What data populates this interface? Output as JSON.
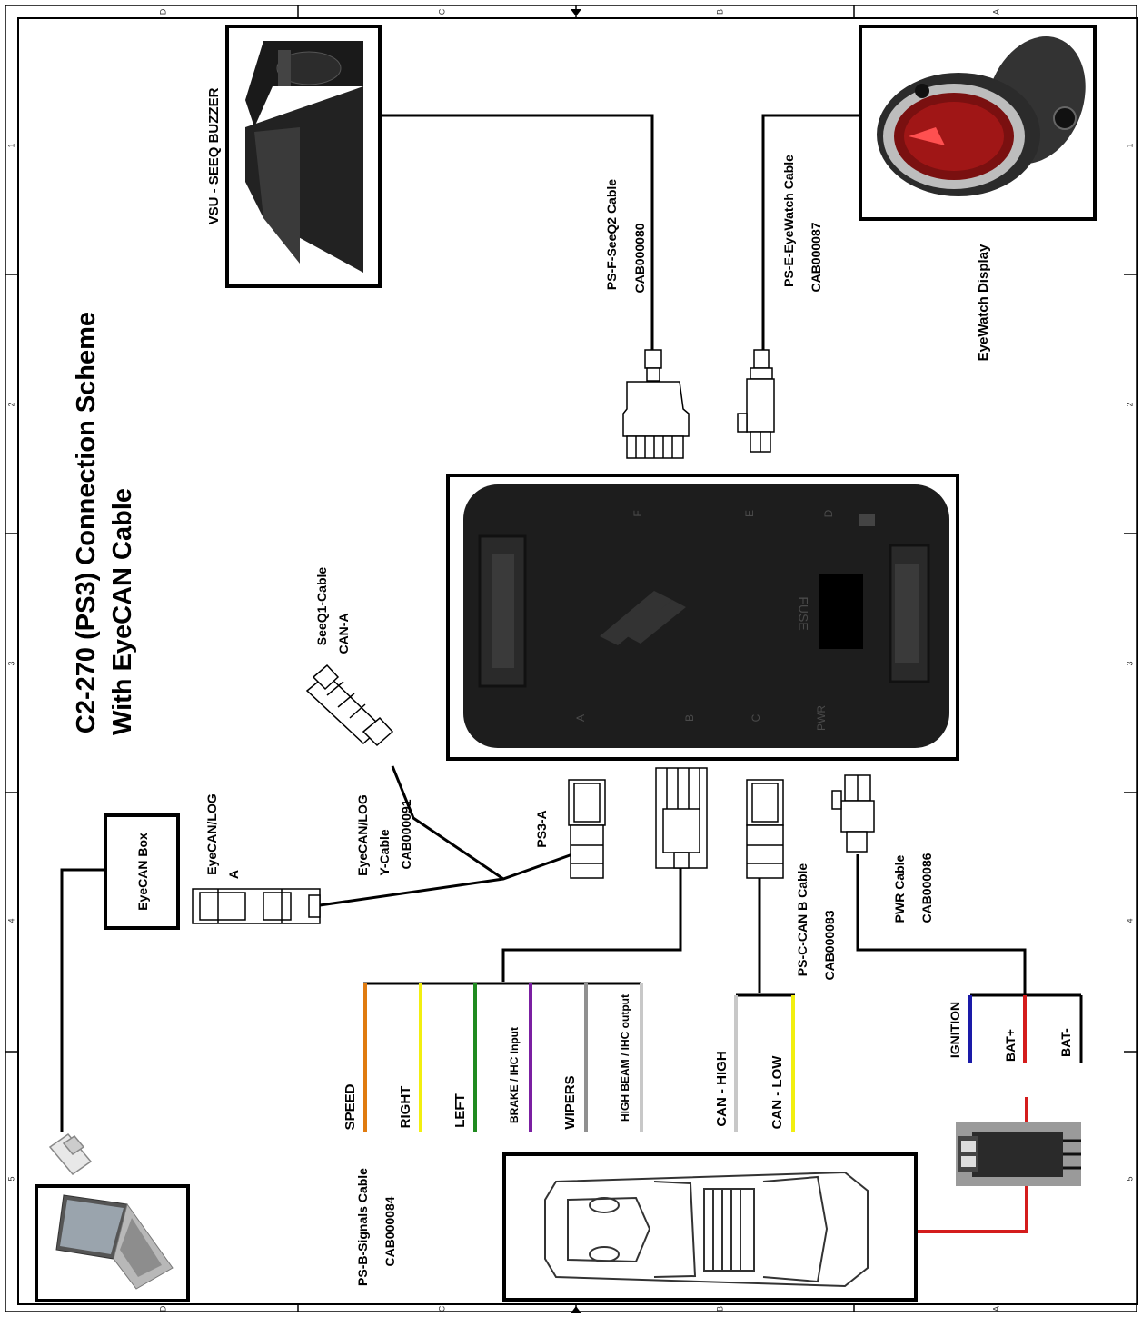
{
  "title": {
    "line1": "C2-270 (PS3) Connection Scheme",
    "line2": "With EyeCAN Cable"
  },
  "frame": {
    "col_letters": [
      "D",
      "C",
      "B",
      "A"
    ],
    "row_numbers": [
      "1",
      "2",
      "3",
      "4",
      "5"
    ]
  },
  "devices": {
    "vsu": "VSU - SEEQ BUZZER",
    "eyewatch": "EyeWatch Display",
    "eyecan_box": "EyeCAN Box"
  },
  "cables": {
    "seeq2_name": "PS-F-SeeQ2 Cable",
    "seeq2_code": "CAB000080",
    "eyewatch_name": "PS-E-EyeWatch Cable",
    "eyewatch_code": "CAB000087",
    "seeq1_name": "SeeQ1-Cable",
    "seeq1_code": "CAN-A",
    "eyecanlog_a_line1": "EyeCAN/LOG",
    "eyecanlog_a_line2": "A",
    "ycable_line1": "EyeCAN/LOG",
    "ycable_line2": "Y-Cable",
    "ycable_line3": "CAB000091",
    "ps3a": "PS3-A",
    "canb_name": "PS-C-CAN B Cable",
    "canb_code": "CAB000083",
    "pwr_name": "PWR Cable",
    "pwr_code": "CAB000086",
    "signals_name": "PS-B-Signals Cable",
    "signals_code": "CAB000084"
  },
  "signal_wires": [
    {
      "label": "SPEED",
      "color": "#e07b10"
    },
    {
      "label": "RIGHT",
      "color": "#f2ef10"
    },
    {
      "label": "LEFT",
      "color": "#1f8a1f"
    },
    {
      "label": "BRAKE / IHC Input",
      "color": "#7b1fa2"
    },
    {
      "label": "WIPERS",
      "color": "#909090"
    },
    {
      "label": "HIGH BEAM / IHC output",
      "color": "#c8c8c8"
    }
  ],
  "can_wires": [
    {
      "label": "CAN - HIGH",
      "color": "#c8c8c8"
    },
    {
      "label": "CAN - LOW",
      "color": "#f2ef10"
    }
  ],
  "power_wires": [
    {
      "label": "IGNITION",
      "color": "#1a1aa8"
    },
    {
      "label": "BAT+",
      "color": "#d41c1c"
    },
    {
      "label": "BAT-",
      "color": "#000000"
    }
  ],
  "unit_labels": {
    "top_f": "F",
    "top_e": "E",
    "top_d": "D",
    "fuse": "FUSE",
    "bot_a": "A",
    "bot_b": "B",
    "bot_c": "C",
    "bot_pwr": "PWR"
  }
}
